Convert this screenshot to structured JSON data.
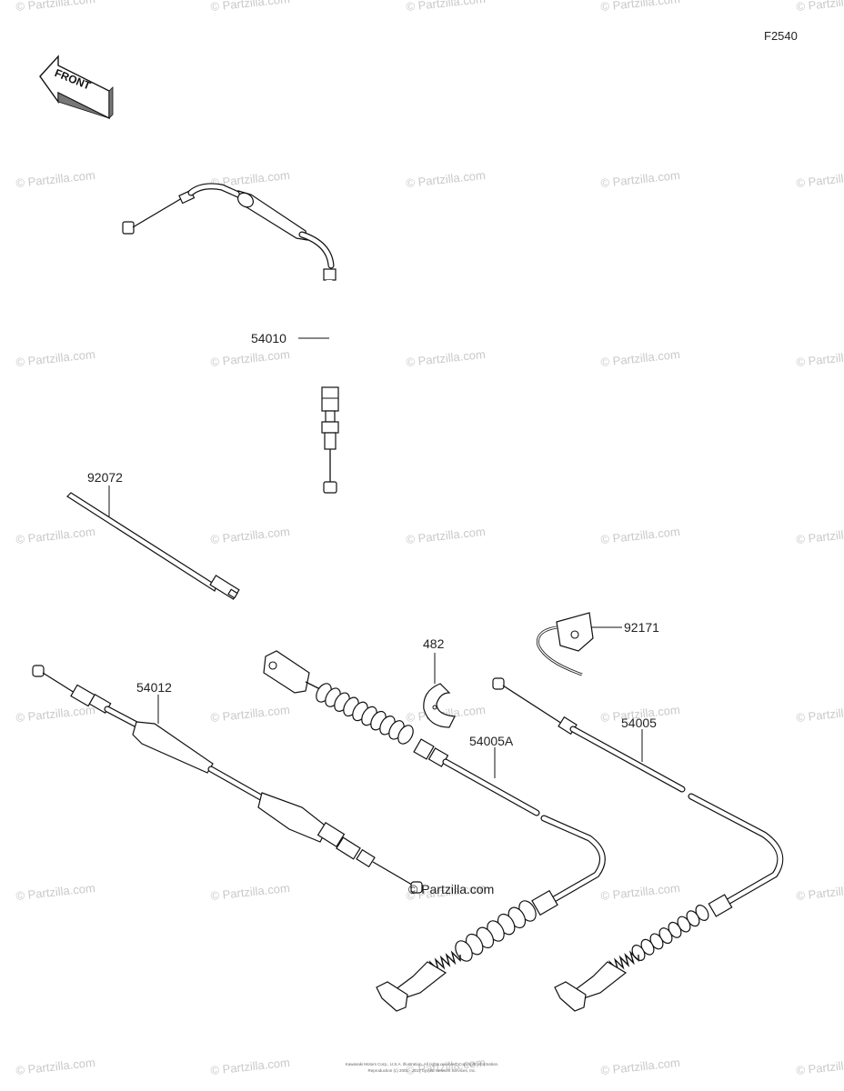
{
  "figure_code": "F2540",
  "front_label": "FRONT",
  "watermark_text": "© Partzilla.com",
  "center_watermark": "© Partzilla.com",
  "parts": [
    {
      "number": "54010"
    },
    {
      "number": "92072"
    },
    {
      "number": "54012"
    },
    {
      "number": "482"
    },
    {
      "number": "54005A"
    },
    {
      "number": "92171"
    },
    {
      "number": "54005"
    }
  ],
  "footer": {
    "line1": "Kawasaki Motors Corp., U.S.A. Illustration. All rights reserved. Copyright information.",
    "line2": "Reproduction (c) 2001 - 2017 by ARI Network Services, Inc."
  }
}
